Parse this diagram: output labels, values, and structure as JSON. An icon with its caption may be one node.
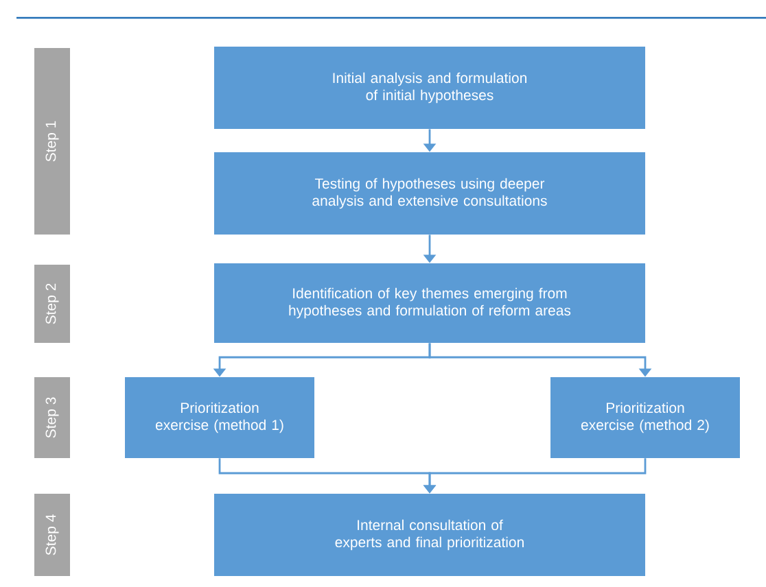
{
  "diagram": {
    "nodes": [
      {
        "text": [
          "Step 1"
        ]
      },
      {
        "text": [
          "Initial analysis and formulation of initial hypotheses"
        ]
      },
      {
        "text": [
          "Testing of hypotheses using deeper analysis and extensive consultations"
        ]
      },
      {
        "text": [
          "Step 2"
        ]
      },
      {
        "text": [
          "Identification of key themes emerging from hypotheses and formulation of reform areas"
        ]
      },
      {
        "text": [
          "Step 3"
        ]
      },
      {
        "text": [
          "Prioritization exercise (method 1)"
        ]
      },
      {
        "text": [
          "Prioritization exercise (method 2)"
        ]
      },
      {
        "text": [
          "Step 4"
        ]
      },
      {
        "text": [
          "Internal consultation of experts and final prioritization"
        ]
      }
    ],
    "edges": [
      {
        "from": 1,
        "to": 2,
        "arrow": "to"
      },
      {
        "from": 2,
        "to": 4,
        "arrow": "to"
      },
      {
        "from": 4,
        "to": 6,
        "arrow": "to"
      },
      {
        "from": 4,
        "to": 7,
        "arrow": "to"
      },
      {
        "from": 6,
        "to": 9,
        "arrow": "to"
      },
      {
        "from": 7,
        "to": 9,
        "arrow": "to"
      }
    ]
  }
}
